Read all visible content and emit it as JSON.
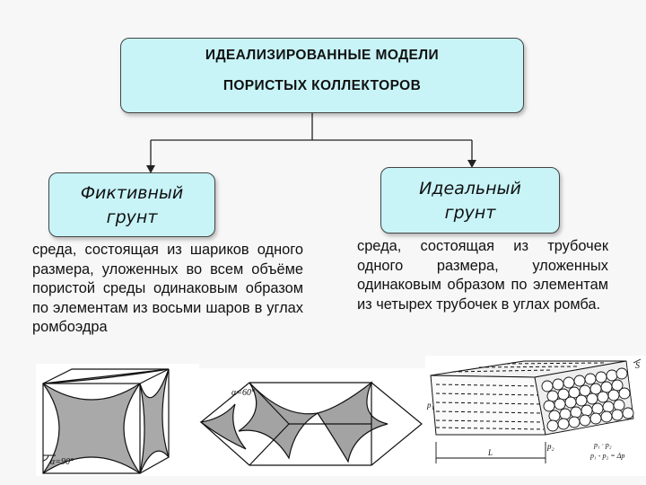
{
  "title": {
    "line1": "ИДЕАЛИЗИРОВАННЫЕ МОДЕЛИ",
    "line2": "ПОРИСТЫХ КОЛЛЕКТОРОВ"
  },
  "fictitious": {
    "line1": "Фиктивный",
    "line2": "грунт",
    "description": "среда, состоящая из шариков одного размера, уложенных во всем объёме пористой среды одинаковым образом по элементам из восьми шаров в углах ромбоэдра"
  },
  "ideal": {
    "line1": "Идеальный",
    "line2": "грунт",
    "description": "среда, состоящая из трубочек одного размера, уложенных одинаковым образом по элементам из четырех трубочек в углах ромба."
  },
  "figures": {
    "cube_label": "α=90°",
    "rhomb_label": "α=60°",
    "tube_s": "S",
    "tube_p1": "p₁",
    "tube_p2": "p₂",
    "tube_l": "L",
    "tube_eq1": "p₁ · p₂",
    "tube_eq2": "p₁ - p₂ = Δp"
  }
}
